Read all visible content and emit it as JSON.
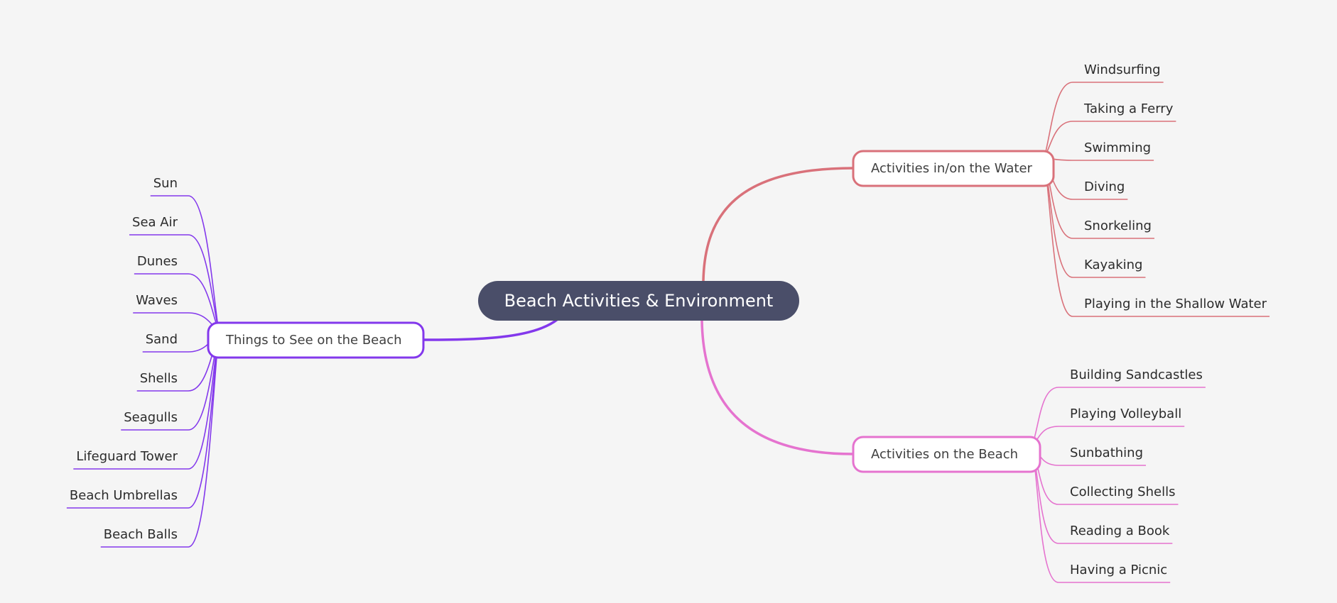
{
  "root": {
    "label": "Beach Activities & Environment",
    "color": "#4a4e69"
  },
  "branches": [
    {
      "id": "water",
      "label": "Activities in/on the Water",
      "color": "#d9717a",
      "side": "right",
      "children": [
        "Windsurfing",
        "Taking a Ferry",
        "Swimming",
        "Diving",
        "Snorkeling",
        "Kayaking",
        "Playing in the Shallow Water"
      ]
    },
    {
      "id": "see",
      "label": "Things to See on the Beach",
      "color": "#8338ec",
      "side": "left",
      "children": [
        "Sun",
        "Sea Air",
        "Dunes",
        "Waves",
        "Sand",
        "Shells",
        "Seagulls",
        "Lifeguard Tower",
        "Beach Umbrellas",
        "Beach Balls"
      ]
    },
    {
      "id": "beach",
      "label": "Activities on the Beach",
      "color": "#e573cf",
      "side": "right",
      "children": [
        "Building Sandcastles",
        "Playing Volleyball",
        "Sunbathing",
        "Collecting Shells",
        "Reading a Book",
        "Having a Picnic"
      ]
    }
  ]
}
